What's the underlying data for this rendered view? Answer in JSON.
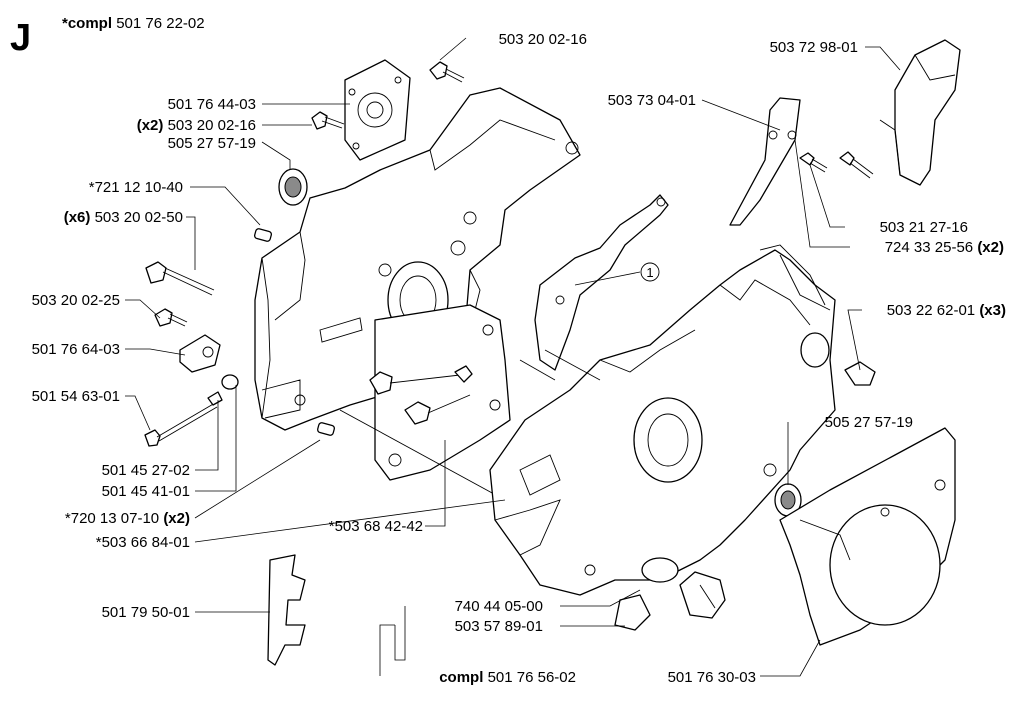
{
  "title_letter": "J",
  "kit": {
    "prefix": "*compl",
    "number": "501 76 22-02"
  },
  "callout_symbol": "1",
  "labels": {
    "p_503_20_02_16_top": {
      "qty": "",
      "num": "503 20 02-16"
    },
    "p_503_72_98_01": {
      "qty": "",
      "num": "503 72 98-01"
    },
    "p_503_73_04_01": {
      "qty": "",
      "num": "503 73 04-01"
    },
    "p_501_76_44_03": {
      "qty": "",
      "num": "501 76 44-03"
    },
    "p_503_20_02_16": {
      "qty": "(x2)",
      "num": "503 20 02-16"
    },
    "p_505_27_57_19_a": {
      "qty": "",
      "num": "505 27 57-19"
    },
    "p_721_12_10_40": {
      "qty": "",
      "num": "*721 12 10-40"
    },
    "p_503_20_02_50": {
      "qty": "(x6)",
      "num": "503 20 02-50"
    },
    "p_503_21_27_16": {
      "qty": "",
      "num": "503 21 27-16"
    },
    "p_724_33_25_56": {
      "qty": "(x2)",
      "num": "724 33 25-56"
    },
    "p_503_20_02_25": {
      "qty": "",
      "num": "503 20 02-25"
    },
    "p_503_22_62_01": {
      "qty": "(x3)",
      "num": "503 22 62-01"
    },
    "p_501_76_64_03": {
      "qty": "",
      "num": "501 76 64-03"
    },
    "p_501_54_63_01": {
      "qty": "",
      "num": "501 54 63-01"
    },
    "p_505_27_57_19_b": {
      "qty": "",
      "num": "505 27 57-19"
    },
    "p_501_45_27_02": {
      "qty": "",
      "num": "501 45 27-02"
    },
    "p_501_45_41_01": {
      "qty": "",
      "num": "501 45 41-01"
    },
    "p_720_13_07_10": {
      "qty": "(x2)",
      "num": "*720 13 07-10"
    },
    "p_503_68_42_42": {
      "qty": "",
      "num": "*503 68 42-42"
    },
    "p_503_66_84_01": {
      "qty": "",
      "num": "*503 66 84-01"
    },
    "p_501_79_50_01": {
      "qty": "",
      "num": "501 79 50-01"
    },
    "p_740_44_05_00": {
      "qty": "",
      "num": "740 44 05-00"
    },
    "p_503_57_89_01": {
      "qty": "",
      "num": "503 57 89-01"
    },
    "p_501_76_56_02": {
      "qty": "compl",
      "num": "501 76 56-02"
    },
    "p_501_76_30_03": {
      "qty": "",
      "num": "501 76 30-03"
    }
  }
}
